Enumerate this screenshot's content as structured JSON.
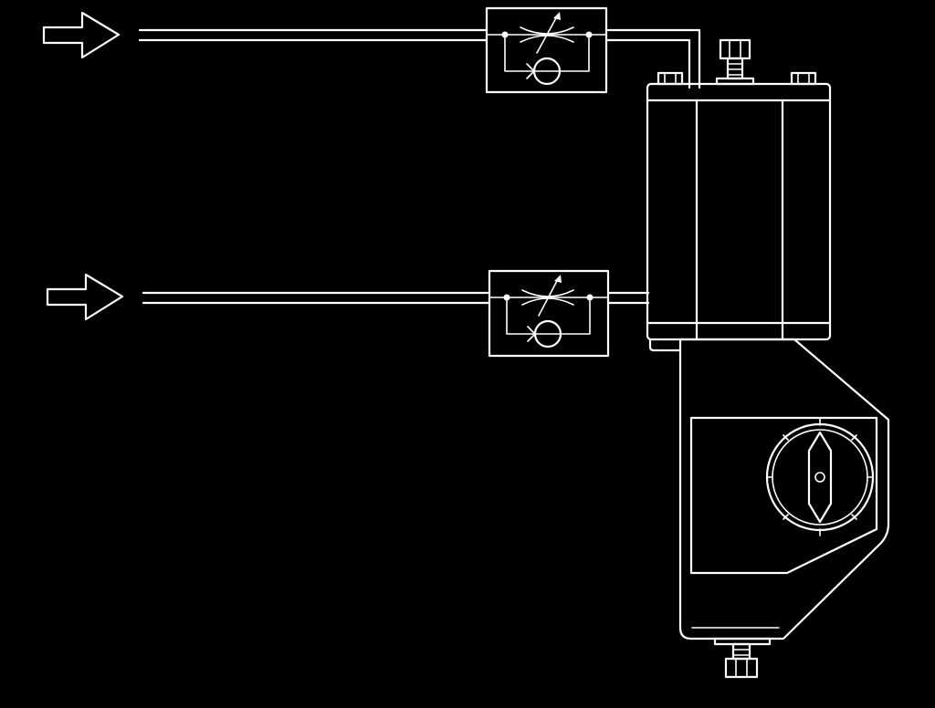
{
  "diagram": {
    "background_color": "#000000",
    "line_color": "#ffffff",
    "components": [
      {
        "name": "inlet-arrow-upper",
        "icon": "hollow-arrow-right"
      },
      {
        "name": "inlet-arrow-lower",
        "icon": "hollow-arrow-right"
      },
      {
        "name": "flow-control-valve-upper",
        "icon": "adjustable-throttle-check-valve"
      },
      {
        "name": "flow-control-valve-lower",
        "icon": "adjustable-throttle-check-valve"
      },
      {
        "name": "actuator-cylinder",
        "icon": "pneumatic-cylinder"
      },
      {
        "name": "rotary-valve-body",
        "icon": "valve-housing"
      },
      {
        "name": "position-indicator-dial",
        "icon": "rotary-dial"
      }
    ]
  }
}
